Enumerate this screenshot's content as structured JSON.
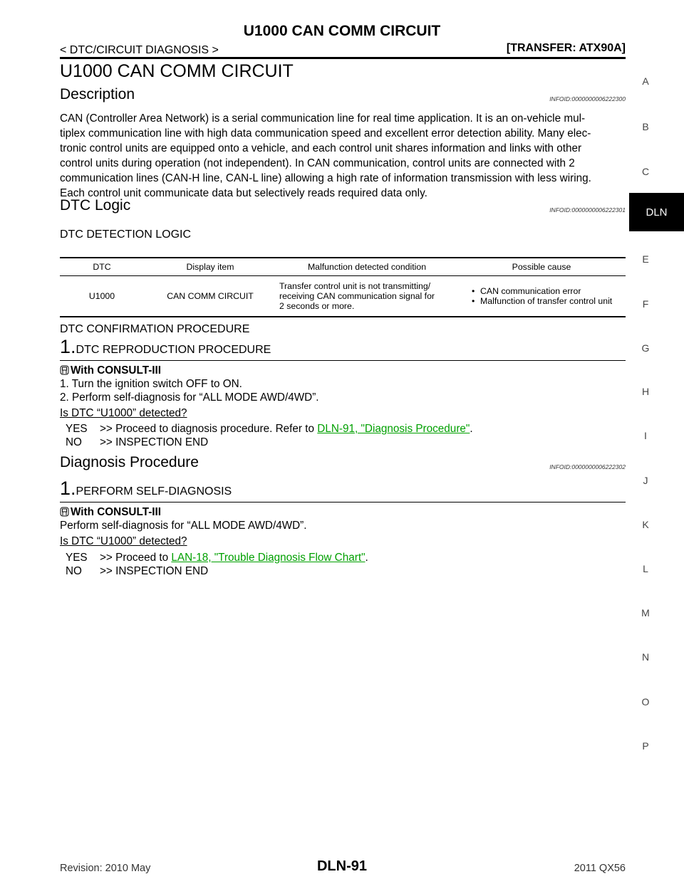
{
  "header": {
    "title": "U1000 CAN COMM CIRCUIT",
    "section": "< DTC/CIRCUIT DIAGNOSIS >",
    "model": "[TRANSFER: ATX90A]"
  },
  "page_title": "U1000 CAN COMM CIRCUIT",
  "description": {
    "heading": "Description",
    "infoid": "INFOID:0000000006222300",
    "lines": [
      "CAN (Controller Area Network) is a serial communication line for real time application. It is an on-vehicle mul-",
      "tiplex communication line with high data communication speed and excellent error detection ability. Many elec-",
      "tronic control units are equipped onto a vehicle, and each control unit shares information and links with other",
      "control units during operation (not independent). In CAN communication, control units are connected with 2",
      "communication lines (CAN-H line, CAN-L line) allowing a high rate of information transmission with less wiring.",
      "Each control unit communicate data but selectively reads required data only."
    ]
  },
  "dtc_logic": {
    "heading": "DTC Logic",
    "infoid": "INFOID:0000000006222301",
    "detection_title": "DTC DETECTION LOGIC",
    "table": {
      "headers": [
        "DTC",
        "Display item",
        "Malfunction detected condition",
        "Possible cause"
      ],
      "row": {
        "dtc": "U1000",
        "display": "CAN COMM CIRCUIT",
        "condition": [
          "Transfer control unit is not transmitting/",
          "receiving CAN communication signal for",
          "2 seconds or more."
        ],
        "causes": [
          "CAN communication error",
          "Malfunction of transfer control unit"
        ]
      }
    },
    "confirmation_title": "DTC CONFIRMATION PROCEDURE",
    "step": {
      "number": "1.",
      "title": "DTC REPRODUCTION PROCEDURE",
      "with": "With CONSULT-III",
      "items": [
        "1. Turn the ignition switch OFF to ON.",
        "2. Perform self-diagnosis for “ALL MODE AWD/4WD”."
      ],
      "question": "Is DTC “U1000” detected?",
      "yes_label": "YES",
      "yes_text": ">> Proceed to diagnosis procedure. Refer to ",
      "yes_link": "DLN-91, \"Diagnosis Procedure\"",
      "yes_tail": ".",
      "no_label": "NO",
      "no_text": ">> INSPECTION END"
    }
  },
  "diagnosis": {
    "heading": "Diagnosis Procedure",
    "infoid": "INFOID:0000000006222302",
    "step": {
      "number": "1.",
      "title": "PERFORM SELF-DIAGNOSIS",
      "with": "With CONSULT-III",
      "text": "Perform self-diagnosis for “ALL MODE AWD/4WD”.",
      "question": "Is DTC “U1000” detected?",
      "yes_label": "YES",
      "yes_text": ">> Proceed to ",
      "yes_link": "LAN-18, \"Trouble Diagnosis Flow Chart\"",
      "yes_tail": ".",
      "no_label": "NO",
      "no_text": ">> INSPECTION END"
    }
  },
  "sidebar": {
    "letters": [
      "A",
      "B",
      "C",
      "E",
      "F",
      "G",
      "H",
      "I",
      "J",
      "K",
      "L",
      "M",
      "N",
      "O",
      "P"
    ],
    "active": "DLN"
  },
  "footer": {
    "revision": "Revision: 2010 May",
    "page": "DLN-91",
    "model": "2011 QX56"
  },
  "colors": {
    "link": "#00a000",
    "tab_bg": "#000000"
  }
}
